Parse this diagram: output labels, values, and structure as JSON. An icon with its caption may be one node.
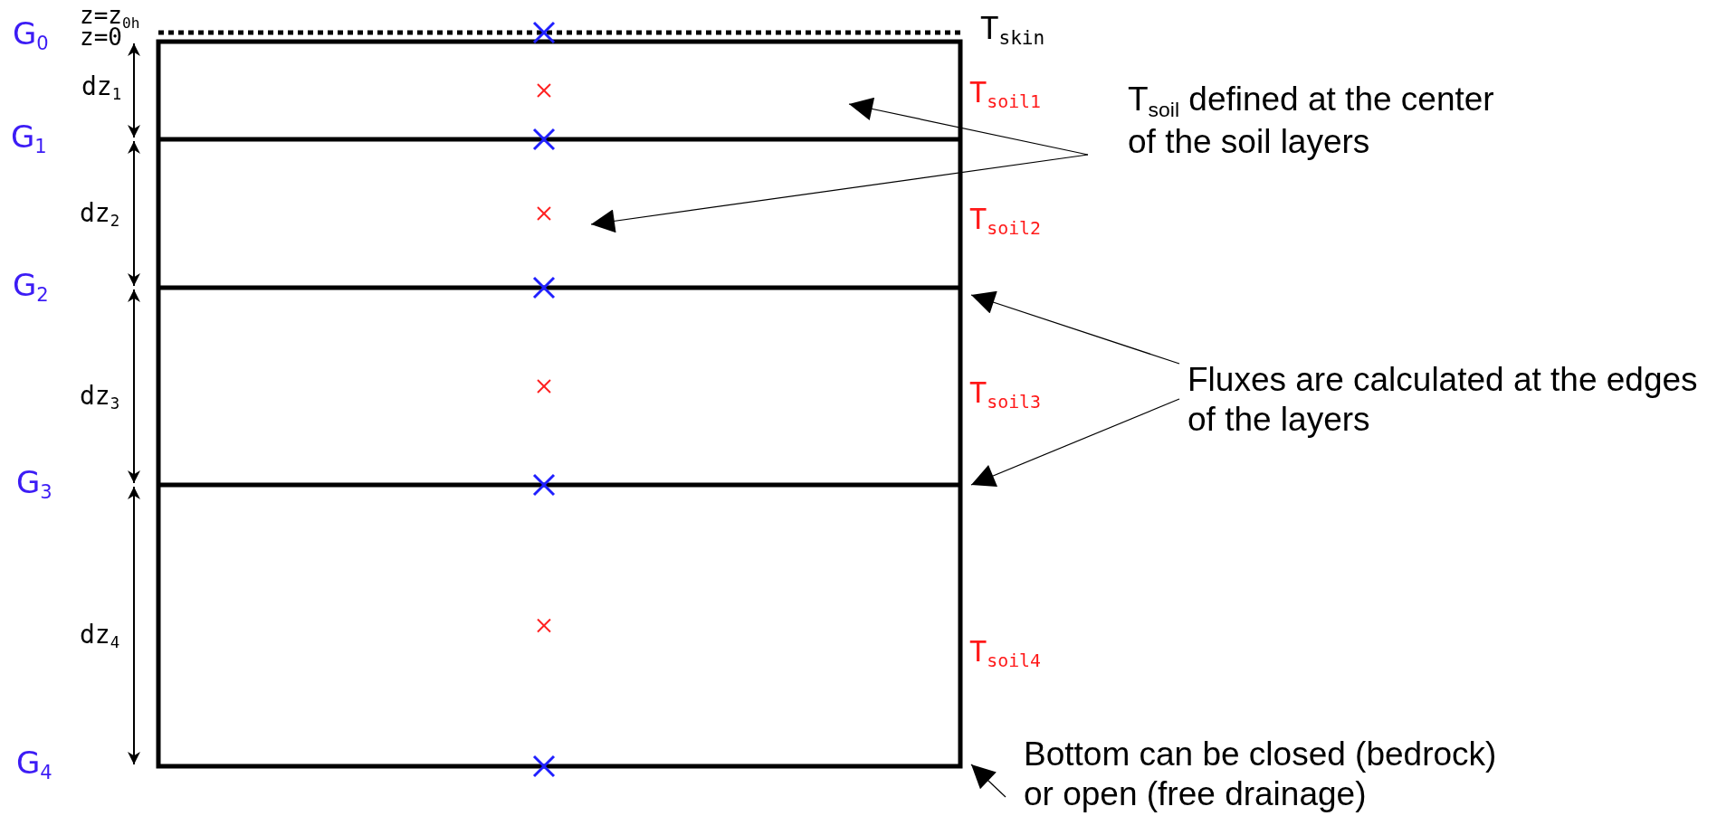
{
  "diagram": {
    "nodes": [
      {
        "text": [
          "T$_{soil}$ defined at the center of the soil layers"
        ]
      },
      {
        "text": [
          "Fluxes are calculated at the edges of the layers"
        ]
      },
      {
        "text": [
          "Bottom can be closed (bedrock) or open (free drainage)"
        ]
      }
    ],
    "edges": [
      {
        "from": 0,
        "to": null,
        "arrow": "to"
      },
      {
        "from": 0,
        "to": null,
        "arrow": "to"
      },
      {
        "from": 1,
        "to": null,
        "arrow": "to"
      },
      {
        "from": 1,
        "to": null,
        "arrow": "to"
      },
      {
        "from": 2,
        "to": null,
        "arrow": "to"
      }
    ],
    "labels": [
      "z=z$_{0h}$",
      "G$_{0}$",
      "z=0",
      "T$_{skin}$",
      "dz$_{1}$",
      "T$_{soil1}$",
      "G$_{1}$",
      "dz$_{2}$",
      "T$_{soil2}$",
      "G$_{2}$",
      "dz$_{3}$",
      "T$_{soil3}$",
      "G$_{3}$",
      "dz$_{4}$",
      "T$_{soil4}$",
      "G$_{4}$"
    ]
  }
}
